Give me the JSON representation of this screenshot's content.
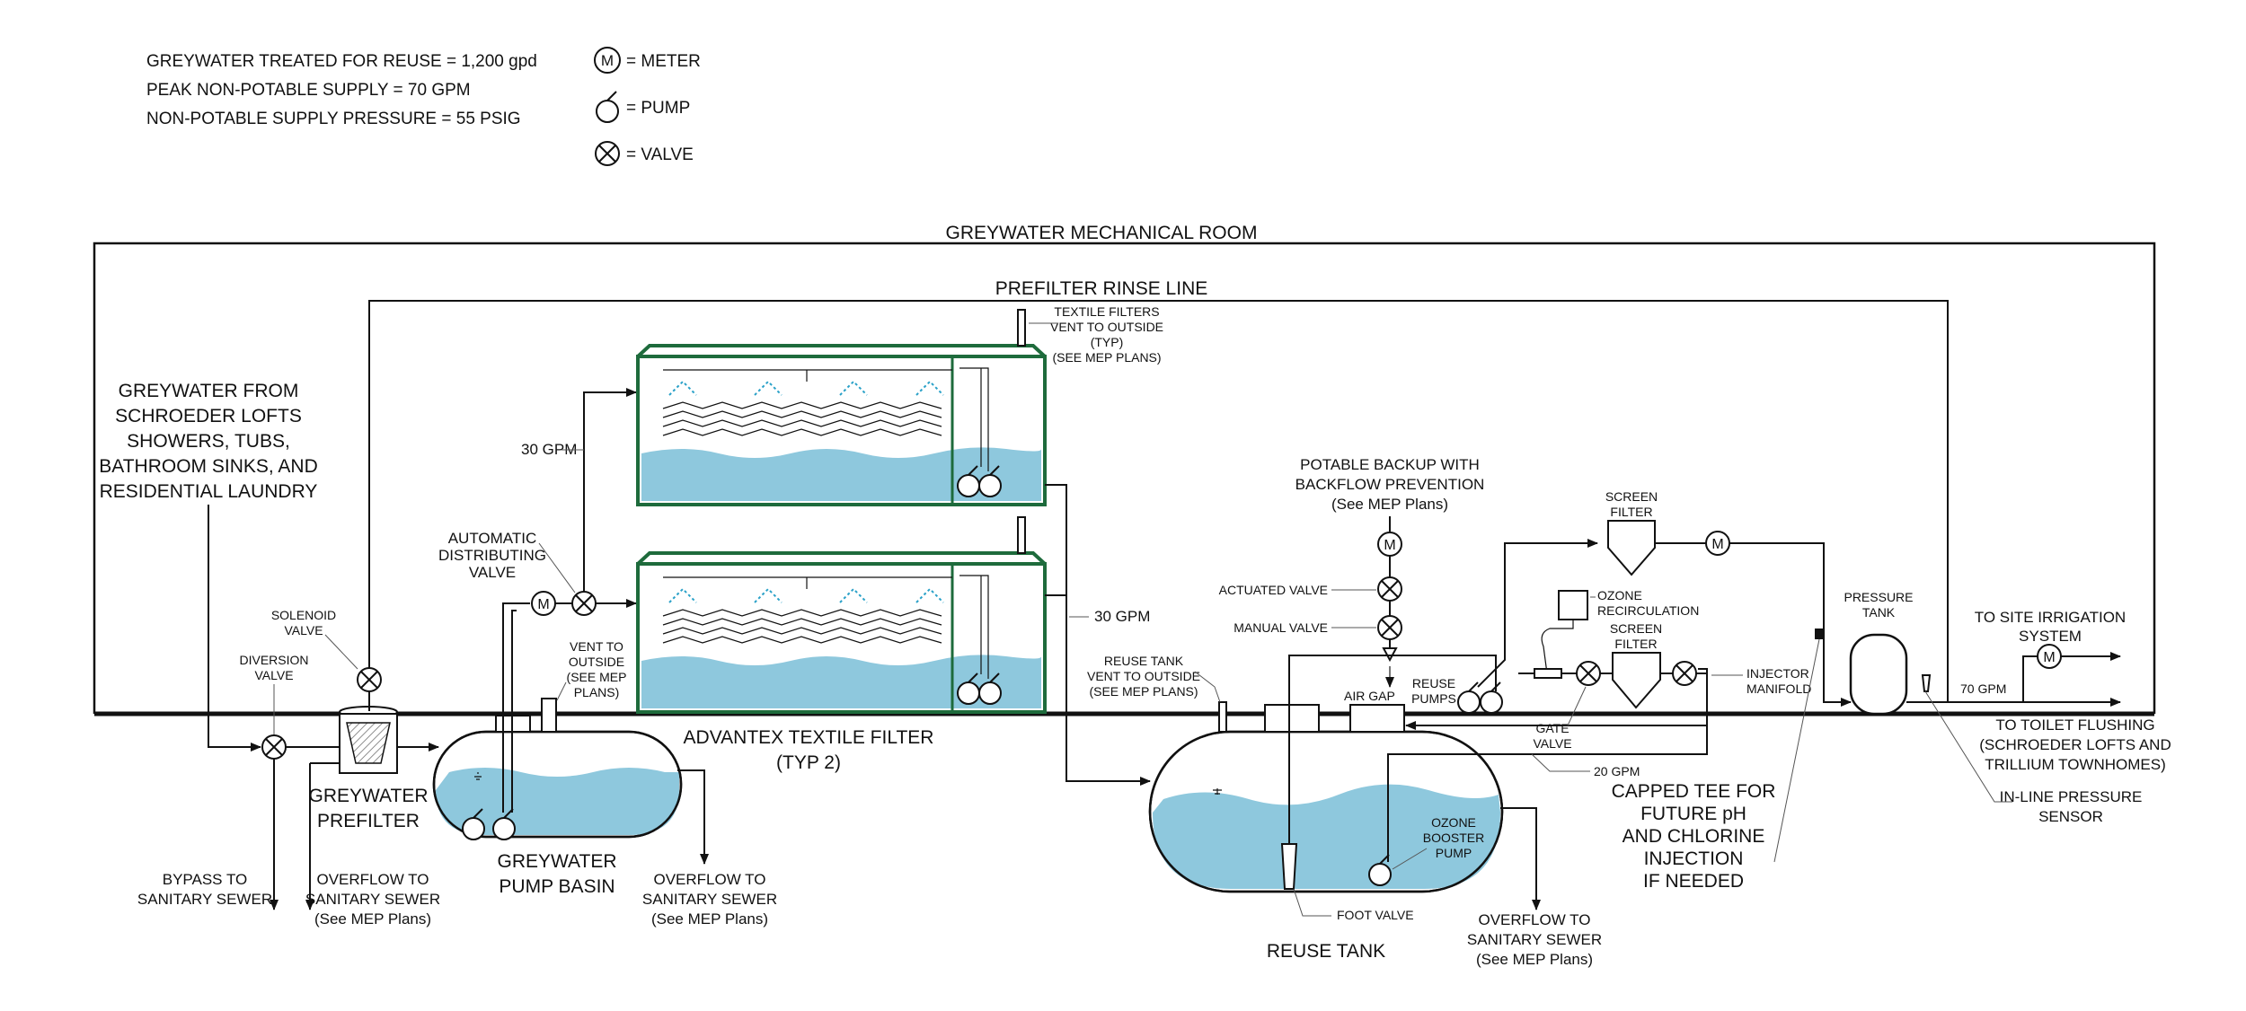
{
  "legend": {
    "notes": [
      "GREYWATER TREATED FOR REUSE = 1,200 gpd",
      "PEAK NON-POTABLE SUPPLY = 70 GPM",
      "NON-POTABLE SUPPLY PRESSURE = 55 PSIG"
    ],
    "symbols": [
      {
        "icon": "meter-icon",
        "glyph": "M",
        "label": "= METER"
      },
      {
        "icon": "pump-icon",
        "label": "= PUMP"
      },
      {
        "icon": "valve-icon",
        "label": "= VALVE"
      }
    ]
  },
  "room_title": "GREYWATER MECHANICAL ROOM",
  "rinse_line": "PREFILTER RINSE LINE",
  "source": [
    "GREYWATER FROM",
    "SCHROEDER LOFTS",
    "SHOWERS, TUBS,",
    "BATHROOM SINKS, AND",
    "RESIDENTIAL LAUNDRY"
  ],
  "labels": {
    "solenoid_valve": [
      "SOLENOID",
      "VALVE"
    ],
    "diversion_valve": [
      "DIVERSION",
      "VALVE"
    ],
    "greywater_prefilter": [
      "GREYWATER",
      "PREFILTER"
    ],
    "bypass": [
      "BYPASS TO",
      "SANITARY SEWER"
    ],
    "overflow_prefilter": [
      "OVERFLOW TO",
      "SANITARY SEWER",
      "(See MEP Plans)"
    ],
    "auto_valve": [
      "AUTOMATIC",
      "DISTRIBUTING",
      "VALVE"
    ],
    "gpm_30_top": "30 GPM",
    "vent_basin": [
      "VENT TO",
      "OUTSIDE",
      "(SEE MEP",
      "PLANS)"
    ],
    "pump_basin": [
      "GREYWATER",
      "PUMP BASIN"
    ],
    "overflow_basin": [
      "OVERFLOW TO",
      "SANITARY SEWER",
      "(See MEP Plans)"
    ],
    "textile_vent": [
      "TEXTILE FILTERS",
      "VENT TO OUTSIDE",
      "(TYP)",
      "(SEE MEP PLANS)"
    ],
    "advantex": [
      "ADVANTEX TEXTILE FILTER",
      "(TYP 2)"
    ],
    "gpm_30_right": "30 GPM",
    "reuse_vent": [
      "REUSE TANK",
      "VENT TO OUTSIDE",
      "(SEE MEP PLANS)"
    ],
    "potable_backup": [
      "POTABLE BACKUP WITH",
      "BACKFLOW PREVENTION",
      "(See MEP Plans)"
    ],
    "actuated_valve": "ACTUATED VALVE",
    "manual_valve": "MANUAL VALVE",
    "air_gap": "AIR GAP",
    "reuse_pumps": [
      "REUSE",
      "PUMPS"
    ],
    "screen_filter_top": [
      "SCREEN",
      "FILTER"
    ],
    "ozone_recirc": [
      "OZONE",
      "RECIRCULATION"
    ],
    "screen_filter_mid": [
      "SCREEN",
      "FILTER"
    ],
    "injector": [
      "INJECTOR",
      "MANIFOLD"
    ],
    "gate_valve": [
      "GATE",
      "VALVE"
    ],
    "gpm_20": "20 GPM",
    "pressure_tank": [
      "PRESSURE",
      "TANK"
    ],
    "irrigation": [
      "TO SITE IRRIGATION",
      "SYSTEM"
    ],
    "gpm_70": "70 GPM",
    "toilet": [
      "TO TOILET FLUSHING",
      "(SCHROEDER LOFTS AND",
      "TRILLIUM TOWNHOMES)"
    ],
    "sensor": [
      "IN-LINE PRESSURE",
      "SENSOR"
    ],
    "capped_tee": [
      "CAPPED TEE FOR",
      "FUTURE pH",
      "AND CHLORINE",
      "INJECTION",
      "IF NEEDED"
    ],
    "ozone_booster": [
      "OZONE",
      "BOOSTER",
      "PUMP"
    ],
    "foot_valve": "FOOT VALVE",
    "reuse_tank": "REUSE TANK",
    "overflow_reuse": [
      "OVERFLOW TO",
      "SANITARY SEWER",
      "(See MEP Plans)"
    ]
  },
  "colors": {
    "line": "#111111",
    "filter_border": "#1e6b3c",
    "water": "#8ec8dd",
    "spray": "#2aa1c8"
  }
}
